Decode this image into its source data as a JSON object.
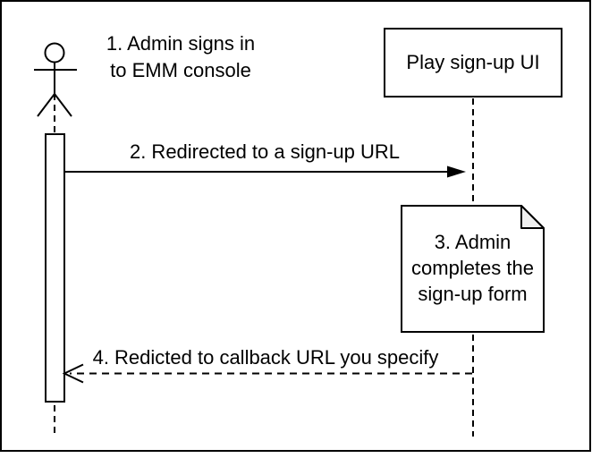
{
  "canvas": {
    "background": "#ffffff",
    "stroke_color": "#000000",
    "note_fold_color": "#f0f0f0"
  },
  "labels": {
    "step1": "1. Admin signs in\nto EMM console",
    "participant": "Play sign-up UI",
    "message2": "2. Redirected to a sign-up URL",
    "note": "3. Admin\ncompletes the\nsign-up form",
    "message4": "4. Redicted to callback URL you specify"
  }
}
